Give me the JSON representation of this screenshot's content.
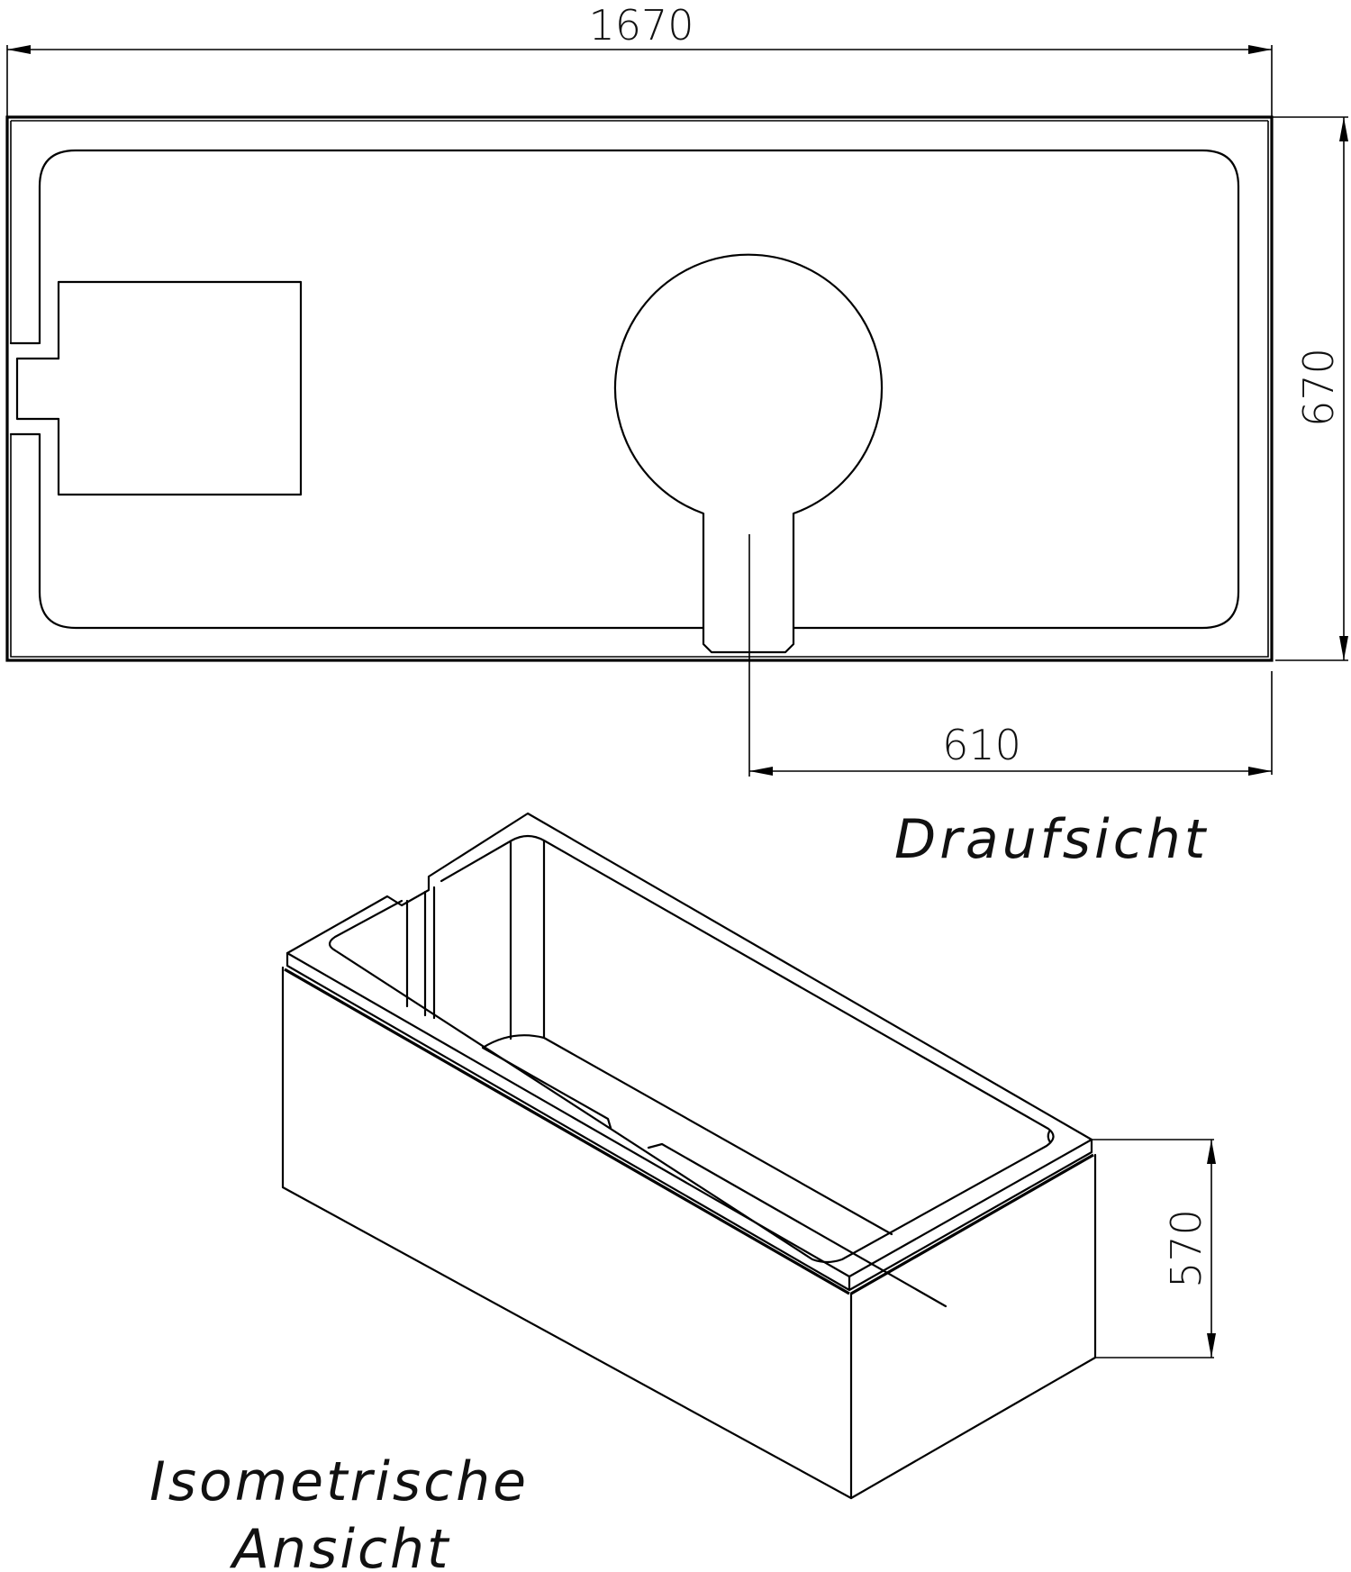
{
  "drawing": {
    "top_view": {
      "label": "Draufsicht",
      "dimensions": {
        "length": "1670",
        "width": "670",
        "drain_offset": "610"
      }
    },
    "iso_view": {
      "label_line1": "Isometrische",
      "label_line2": "Ansicht",
      "dimensions": {
        "height": "570"
      }
    }
  }
}
